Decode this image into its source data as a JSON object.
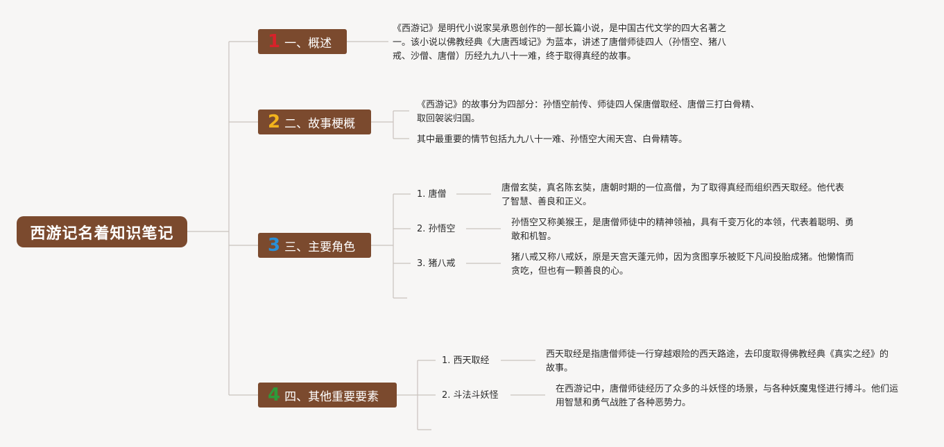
{
  "root": {
    "title": "西游记名着知识笔记"
  },
  "branches": [
    {
      "num": "1",
      "num_color": "#d8222a",
      "label": "一、概述",
      "texts": [
        "《西游记》是明代小说家吴承恩创作的一部长篇小说，是中国古代文学的四大名著之一。该小说以佛教经典《大唐西域记》为蓝本，讲述了唐僧师徒四人（孙悟空、猪八戒、沙僧、唐僧）历经九九八十一难，终于取得真经的故事。"
      ]
    },
    {
      "num": "2",
      "num_color": "#f2b31c",
      "label": "二、故事梗概",
      "texts": [
        "《西游记》的故事分为四部分：孙悟空前传、师徒四人保唐僧取经、唐僧三打白骨精、取回袈裟归国。",
        "其中最重要的情节包括九九八十一难、孙悟空大闹天宫、白骨精等。"
      ]
    },
    {
      "num": "3",
      "num_color": "#2a8fd6",
      "label": "三、主要角色",
      "items": [
        {
          "label": "1. 唐僧",
          "text": "唐僧玄奘，真名陈玄奘，唐朝时期的一位高僧，为了取得真经而组织西天取经。他代表了智慧、善良和正义。"
        },
        {
          "label": "2. 孙悟空",
          "text": "孙悟空又称美猴王，是唐僧师徒中的精神领袖，具有千变万化的本领，代表着聪明、勇敢和机智。"
        },
        {
          "label": "3. 猪八戒",
          "text": "猪八戒又称八戒妖，原是天宫天蓬元帅，因为贪图享乐被贬下凡间投胎成猪。他懒惰而贪吃，但也有一颗善良的心。"
        }
      ]
    },
    {
      "num": "4",
      "num_color": "#2e9a3a",
      "label": "四、其他重要要素",
      "items": [
        {
          "label": "1. 西天取经",
          "text": "西天取经是指唐僧师徒一行穿越艰险的西天路途，去印度取得佛教经典《真实之经》的故事。"
        },
        {
          "label": "2. 斗法斗妖怪",
          "text": "在西游记中，唐僧师徒经历了众多的斗妖怪的场景，与各种妖魔鬼怪进行搏斗。他们运用智慧和勇气战胜了各种恶势力。"
        }
      ]
    }
  ]
}
